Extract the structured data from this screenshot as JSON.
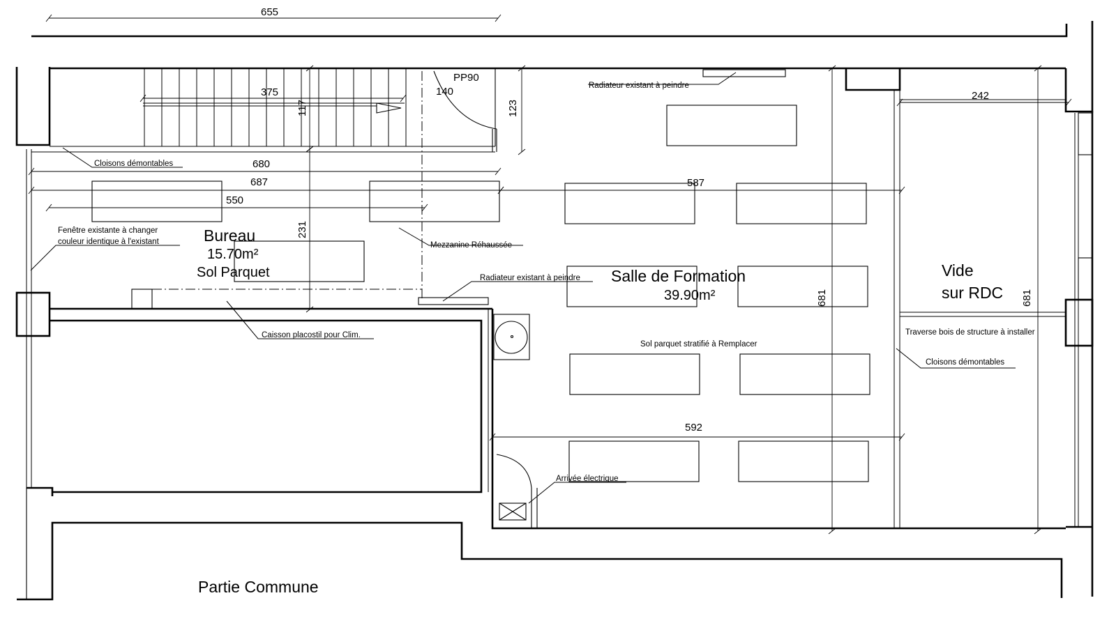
{
  "rooms": {
    "bureau": {
      "name": "Bureau",
      "area": "15.70m²",
      "floor": "Sol Parquet"
    },
    "salle": {
      "name": "Salle de Formation",
      "area": "39.90m²",
      "floor": "Sol parquet stratifié à Remplacer"
    },
    "vide": {
      "line1": "Vide",
      "line2": "sur RDC"
    },
    "commune": {
      "name": "Partie Commune"
    }
  },
  "door_code": "PP90",
  "dimensions": {
    "d655": "655",
    "d375": "375",
    "d117": "117",
    "d140": "140",
    "d123": "123",
    "d680": "680",
    "d687": "687",
    "d550": "550",
    "d231": "231",
    "d587": "587",
    "d242": "242",
    "d681_left": "681",
    "d681_right": "681",
    "d592": "592"
  },
  "annotations": {
    "radiateur_haut": "Radiateur existant à peindre",
    "radiateur_bas": "Radiateur existant à peindre",
    "cloisons_gauche": "Cloisons démontables",
    "cloisons_droite": "Cloisons démontables",
    "fenetre_l1": "Fenêtre existante à changer",
    "fenetre_l2": "couleur identique à l'existant",
    "mezzanine": "Mezzanine Réhaussée",
    "caisson": "Caisson placostil pour Clim.",
    "traverse": "Traverse bois de structure à installer",
    "arrivee": "Arrivée électrique"
  }
}
